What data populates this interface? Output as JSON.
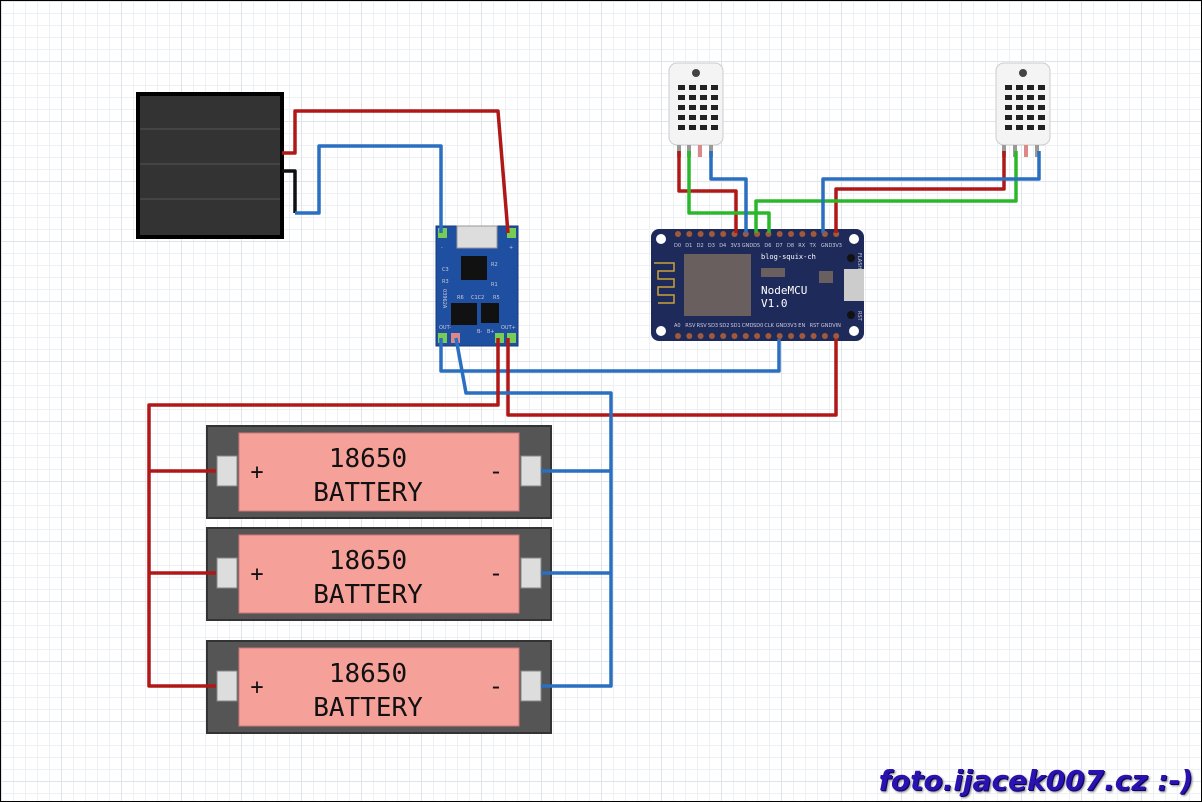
{
  "charger": {
    "labels": [
      "C3",
      "R3",
      "R2",
      "R1",
      "R6",
      "C1C2",
      "R5",
      "03962A",
      "OUT-",
      "OUT+",
      "B-",
      "B+",
      "-",
      "+"
    ]
  },
  "nodemcu": {
    "brand": "blog-squix-ch",
    "name_line1": "NodeMCU",
    "name_line2": "V1.0",
    "button_flash": "FLASH",
    "button_rst": "RST",
    "top_pins": [
      "D0",
      "D1",
      "D2",
      "D3",
      "D4",
      "3V3",
      "GND",
      "D5",
      "D6",
      "D7",
      "D8",
      "RX",
      "TX",
      "GND",
      "3V3"
    ],
    "bottom_pins": [
      "A0",
      "RSV",
      "RSV",
      "SD3",
      "SD2",
      "SD1",
      "CMD",
      "SD0",
      "CLK",
      "GND",
      "3V3",
      "EN",
      "RST",
      "GND",
      "VIN"
    ]
  },
  "batteries": [
    {
      "line1": "18650",
      "line2": "BATTERY",
      "plus": "+",
      "minus": "-"
    },
    {
      "line1": "18650",
      "line2": "BATTERY",
      "plus": "+",
      "minus": "-"
    },
    {
      "line1": "18650",
      "line2": "BATTERY",
      "plus": "+",
      "minus": "-"
    }
  ],
  "watermark": "foto.ijacek007.cz :-)",
  "colors": {
    "wire_red": "#b01818",
    "wire_blue": "#2a6fc0",
    "wire_green": "#2ab82a",
    "charger": "#1f4fa0",
    "nodemcu": "#1e2a5a",
    "battery": "#f6a09a"
  }
}
